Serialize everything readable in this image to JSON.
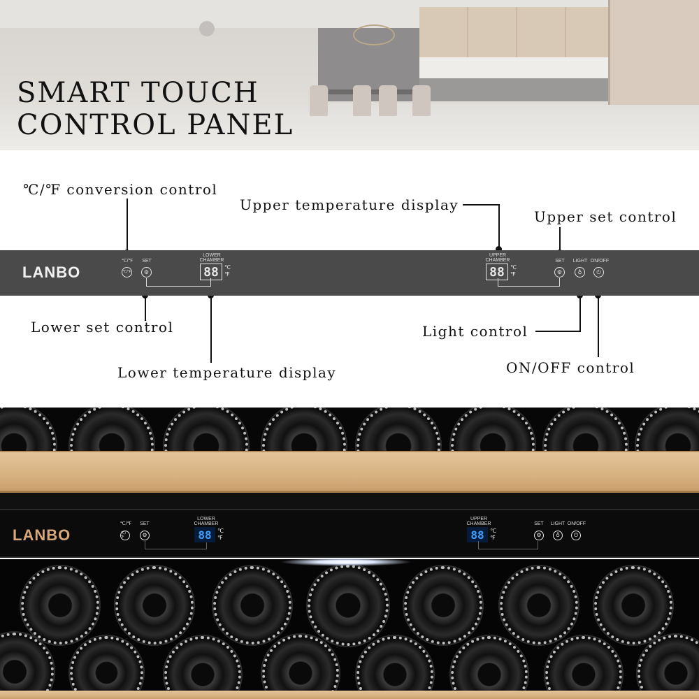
{
  "hero": {
    "title": "SMART TOUCH\nCONTROL PANEL"
  },
  "callouts": {
    "unit_conversion": "℃/℉ conversion control",
    "upper_temp_display": "Upper temperature display",
    "upper_set": "Upper set control",
    "lower_set": "Lower set control",
    "lower_temp_display": "Lower temperature display",
    "light": "Light control",
    "power": "ON/OFF control"
  },
  "panel": {
    "brand": "LANBO",
    "unit_label": "℃/℉",
    "unit_button": "℃/℉",
    "set_label": "SET",
    "lower_chamber_label": "LOWER\nCHAMBER",
    "upper_chamber_label": "UPPER\nCHAMBER",
    "digits": "88",
    "temp_units": "℃\n℉",
    "light_label": "LIGHT",
    "onoff_label": "ON/OFF",
    "icons": {
      "unit": "celsius-fahrenheit-icon",
      "set": "gear-icon",
      "light": "light-bulb-icon",
      "power": "power-icon"
    }
  },
  "colors": {
    "panel_diagram": "#4a4a4a",
    "panel_photo": "#0b0b0b",
    "brand_photo": "#d8a87a",
    "led_digits": "#3da2ff",
    "wood": "#d7b281"
  }
}
